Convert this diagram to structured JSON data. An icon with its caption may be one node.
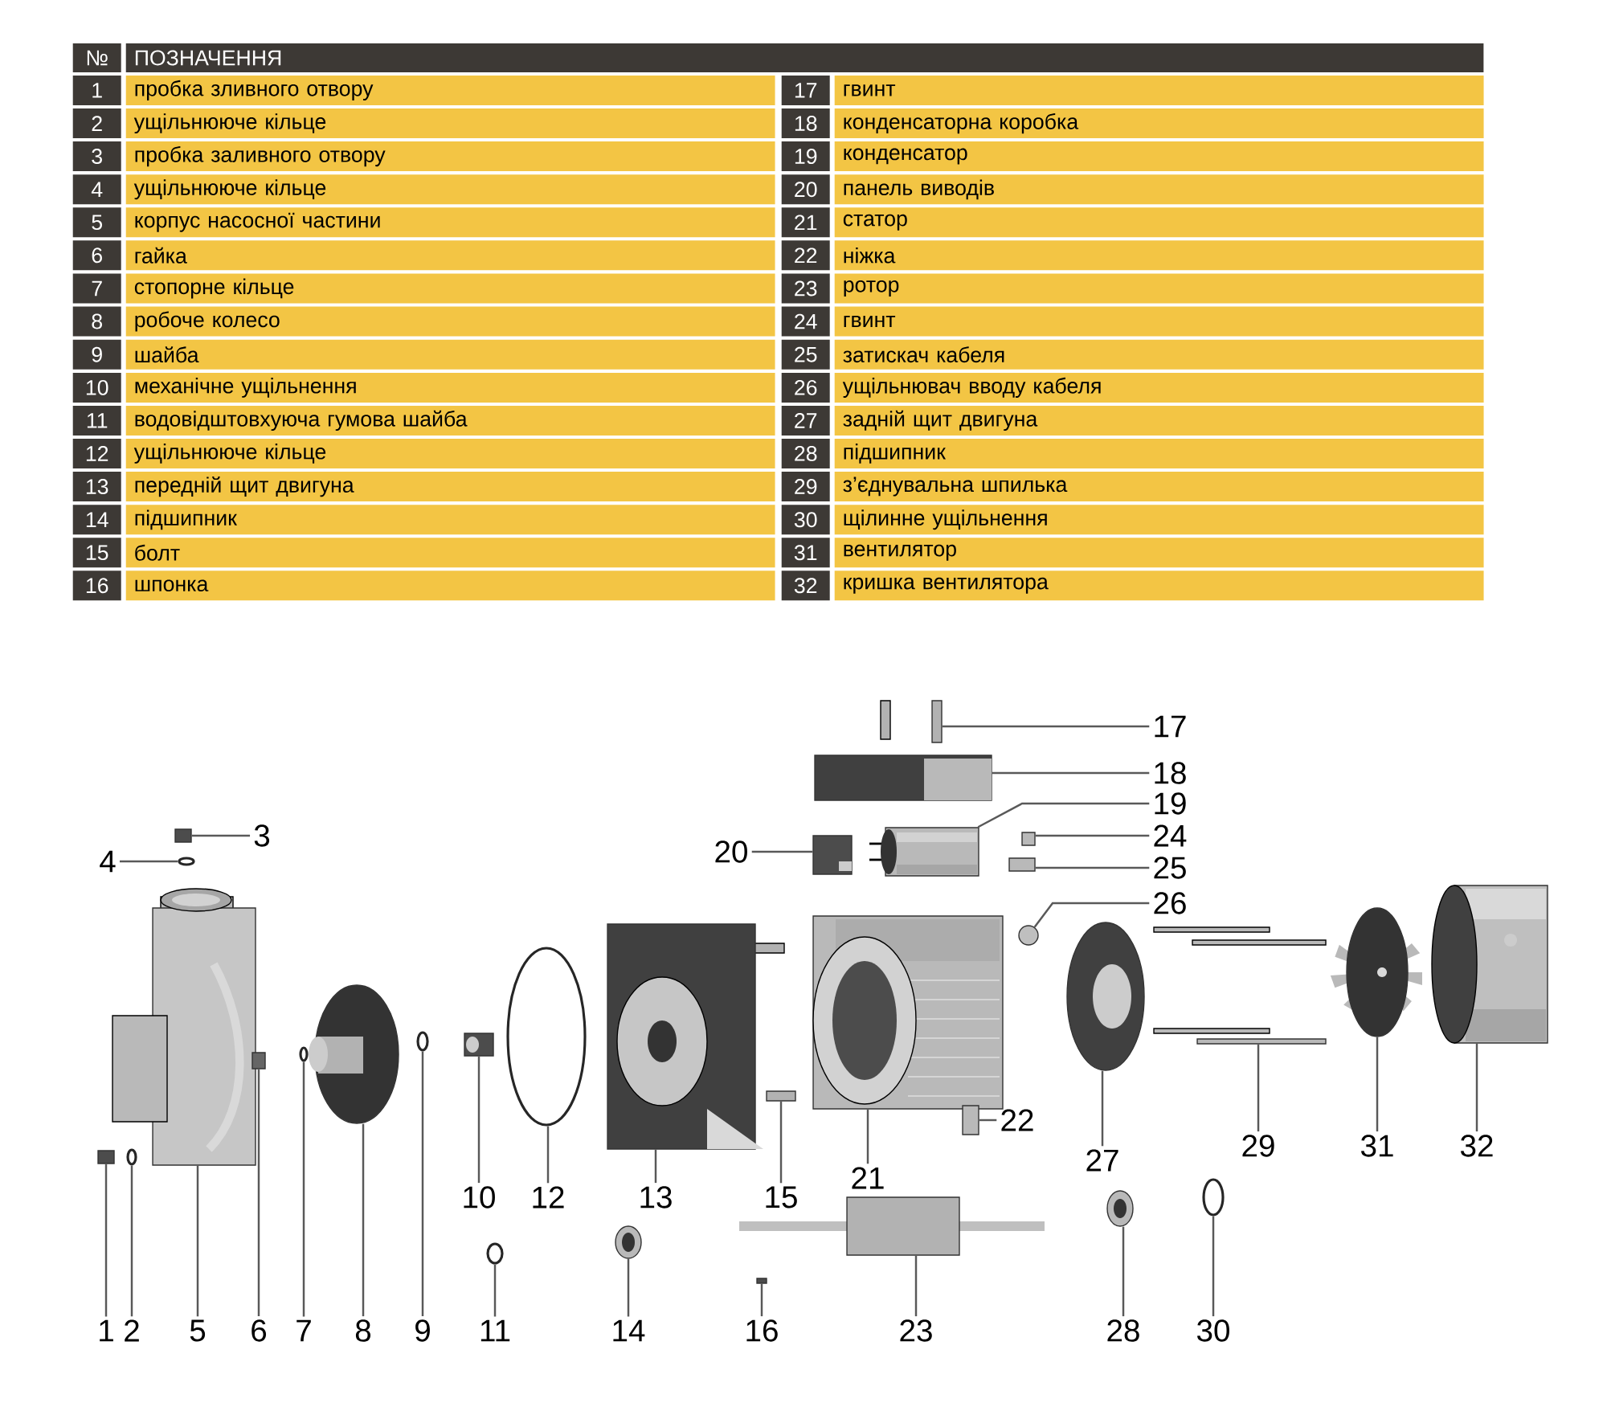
{
  "diagram": {
    "nodes": [
      {
        "text": [
          "1"
        ]
      },
      {
        "text": [],
        "shape": "box"
      },
      {
        "text": [
          "2"
        ]
      },
      {
        "text": [],
        "shape": "circle"
      },
      {
        "text": [
          "3"
        ]
      },
      {
        "text": [],
        "shape": "box"
      },
      {
        "text": [
          "4"
        ]
      },
      {
        "text": [],
        "shape": "circle"
      },
      {
        "text": [
          "5"
        ]
      },
      {
        "text": [],
        "shape": "picture"
      },
      {
        "text": [
          "6"
        ]
      },
      {
        "text": [],
        "shape": "box"
      },
      {
        "text": [
          "7"
        ]
      },
      {
        "text": [],
        "shape": "circle"
      },
      {
        "text": [
          "8"
        ]
      },
      {
        "text": [],
        "shape": "picture"
      },
      {
        "text": [
          "9"
        ]
      },
      {
        "text": [],
        "shape": "circle"
      },
      {
        "text": [
          "10"
        ]
      },
      {
        "text": [],
        "shape": "picture"
      },
      {
        "text": [
          "11"
        ]
      },
      {
        "text": [],
        "shape": "circle"
      },
      {
        "text": [
          "12"
        ]
      },
      {
        "text": [],
        "shape": "circle"
      },
      {
        "text": [
          "13"
        ]
      },
      {
        "text": [],
        "shape": "picture"
      },
      {
        "text": [
          "14"
        ]
      },
      {
        "text": [],
        "shape": "picture"
      },
      {
        "text": [
          "15"
        ]
      },
      {
        "text": [],
        "shape": "box"
      },
      {
        "text": [
          "16"
        ]
      },
      {
        "text": [],
        "shape": "box"
      },
      {
        "text": [
          "17"
        ]
      },
      {
        "text": [],
        "shape": "box"
      },
      {
        "text": [
          "18"
        ]
      },
      {
        "text": [],
        "shape": "picture"
      },
      {
        "text": [
          "19"
        ]
      },
      {
        "text": [],
        "shape": "picture"
      },
      {
        "text": [
          "20"
        ]
      },
      {
        "text": [],
        "shape": "picture"
      },
      {
        "text": [
          "21"
        ]
      },
      {
        "text": [],
        "shape": "picture"
      },
      {
        "text": [
          "22"
        ]
      },
      {
        "text": [],
        "shape": "box"
      },
      {
        "text": [
          "23"
        ]
      },
      {
        "text": [],
        "shape": "picture"
      },
      {
        "text": [
          "24"
        ]
      },
      {
        "text": [],
        "shape": "box"
      },
      {
        "text": [
          "25"
        ]
      },
      {
        "text": [],
        "shape": "box"
      },
      {
        "text": [
          "26"
        ]
      },
      {
        "text": [],
        "shape": "circle"
      },
      {
        "text": [
          "27"
        ]
      },
      {
        "text": [],
        "shape": "picture"
      },
      {
        "text": [
          "28"
        ]
      },
      {
        "text": [],
        "shape": "picture"
      },
      {
        "text": [
          "29"
        ]
      },
      {
        "text": [],
        "shape": "box"
      },
      {
        "text": [
          "30"
        ]
      },
      {
        "text": [],
        "shape": "circle"
      },
      {
        "text": [
          "31"
        ]
      },
      {
        "text": [],
        "shape": "picture"
      },
      {
        "text": [
          "32"
        ]
      },
      {
        "text": [],
        "shape": "picture"
      }
    ],
    "edges": [
      {
        "from": 0,
        "to": 1,
        "arrow": "none"
      },
      {
        "from": 2,
        "to": 3,
        "arrow": "none"
      },
      {
        "from": 4,
        "to": 5,
        "arrow": "none"
      },
      {
        "from": 6,
        "to": 7,
        "arrow": "none"
      },
      {
        "from": 8,
        "to": 9,
        "arrow": "none"
      },
      {
        "from": 10,
        "to": 11,
        "arrow": "none"
      },
      {
        "from": 12,
        "to": 13,
        "arrow": "none"
      },
      {
        "from": 14,
        "to": 15,
        "arrow": "none"
      },
      {
        "from": 16,
        "to": 17,
        "arrow": "none"
      },
      {
        "from": 18,
        "to": 19,
        "arrow": "none"
      },
      {
        "from": 20,
        "to": 21,
        "arrow": "none"
      },
      {
        "from": 22,
        "to": 23,
        "arrow": "none"
      },
      {
        "from": 24,
        "to": 25,
        "arrow": "none"
      },
      {
        "from": 26,
        "to": 27,
        "arrow": "none"
      },
      {
        "from": 28,
        "to": 29,
        "arrow": "none"
      },
      {
        "from": 30,
        "to": 31,
        "arrow": "none"
      },
      {
        "from": 32,
        "to": 33,
        "arrow": "none"
      },
      {
        "from": 34,
        "to": 35,
        "arrow": "none"
      },
      {
        "from": 36,
        "to": 37,
        "arrow": "none"
      },
      {
        "from": 38,
        "to": 39,
        "arrow": "none"
      },
      {
        "from": 40,
        "to": 41,
        "arrow": "none"
      },
      {
        "from": 42,
        "to": 43,
        "arrow": "none"
      },
      {
        "from": 44,
        "to": 45,
        "arrow": "none"
      },
      {
        "from": 46,
        "to": 47,
        "arrow": "none"
      },
      {
        "from": 48,
        "to": 49,
        "arrow": "none"
      },
      {
        "from": 50,
        "to": 51,
        "arrow": "none"
      },
      {
        "from": 52,
        "to": 53,
        "arrow": "none"
      },
      {
        "from": 54,
        "to": 55,
        "arrow": "none"
      },
      {
        "from": 56,
        "to": 57,
        "arrow": "none"
      },
      {
        "from": 58,
        "to": 59,
        "arrow": "none"
      },
      {
        "from": 60,
        "to": 61,
        "arrow": "none"
      },
      {
        "from": 62,
        "to": 63,
        "arrow": "none"
      }
    ],
    "labels": [
      "№",
      "ПОЗНАЧЕННЯ",
      "1",
      "пробка зливного отвору",
      "17",
      "гвинт",
      "2",
      "ущільнююче кільце",
      "18",
      "конденсаторна коробка",
      "3",
      "пробка заливного отвору",
      "19",
      "конденсатор",
      "4",
      "ущільнююче кільце",
      "20",
      "панель виводів",
      "5",
      "корпус насосної частини",
      "21",
      "статор",
      "6",
      "гайка",
      "22",
      "ніжка",
      "7",
      "стопорне кільце",
      "23",
      "ротор",
      "8",
      "робоче колесо",
      "24",
      "гвинт",
      "9",
      "шайба",
      "25",
      "затискач кабеля",
      "10",
      "механічне ущільнення",
      "26",
      "ущільнювач вводу кабеля",
      "11",
      "водовідштовхуюча гумова шайба",
      "27",
      "задній щит двигуна",
      "12",
      "ущільнююче кільце",
      "28",
      "підшипник",
      "13",
      "передній щит двигуна",
      "29",
      "з’єднувальна шпилька",
      "14",
      "підшипник",
      "30",
      "щілинне ущільнення",
      "15",
      "болт",
      "31",
      "вентилятор",
      "16",
      "шпонка",
      "32",
      "кришка вентилятора"
    ]
  }
}
